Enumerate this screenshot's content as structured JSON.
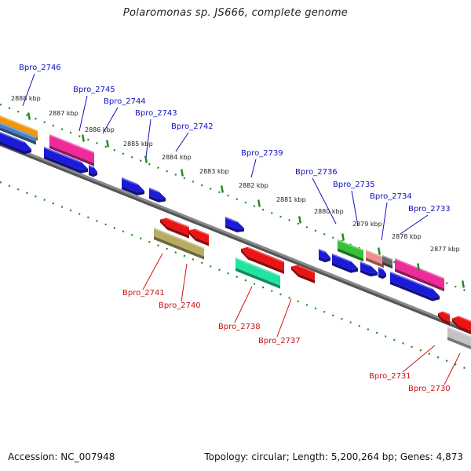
{
  "title": "Polaromonas sp. JS666, complete genome",
  "footer": {
    "accession": "Accession: NC_007948",
    "summary": "Topology: circular; Length: 5,200,264 bp; Genes: 4,873"
  },
  "colors": {
    "backbone": "#8a8a8a",
    "ticks": "#1a8a1a",
    "forward_label": "#1010c0",
    "reverse_label": "#d01010"
  },
  "ticks": [
    {
      "label": "2888 kbp"
    },
    {
      "label": "2887 kbp"
    },
    {
      "label": "2886 kbp"
    },
    {
      "label": "2885 kbp"
    },
    {
      "label": "2884 kbp"
    },
    {
      "label": "2883 kbp"
    },
    {
      "label": "2882 kbp"
    },
    {
      "label": "2881 kbp"
    },
    {
      "label": "2880 kbp"
    },
    {
      "label": "2879 kbp"
    },
    {
      "label": "2878 kbp"
    },
    {
      "label": "2877 kbp"
    }
  ],
  "gene_labels": [
    {
      "name": "Bpro_2746",
      "strand": "forward"
    },
    {
      "name": "Bpro_2745",
      "strand": "forward"
    },
    {
      "name": "Bpro_2744",
      "strand": "forward"
    },
    {
      "name": "Bpro_2743",
      "strand": "forward"
    },
    {
      "name": "Bpro_2742",
      "strand": "forward"
    },
    {
      "name": "Bpro_2739",
      "strand": "forward"
    },
    {
      "name": "Bpro_2736",
      "strand": "forward"
    },
    {
      "name": "Bpro_2735",
      "strand": "forward"
    },
    {
      "name": "Bpro_2734",
      "strand": "forward"
    },
    {
      "name": "Bpro_2733",
      "strand": "forward"
    },
    {
      "name": "Bpro_2741",
      "strand": "reverse"
    },
    {
      "name": "Bpro_2740",
      "strand": "reverse"
    },
    {
      "name": "Bpro_2738",
      "strand": "reverse"
    },
    {
      "name": "Bpro_2737",
      "strand": "reverse"
    },
    {
      "name": "Bpro_2731",
      "strand": "reverse"
    },
    {
      "name": "Bpro_2730",
      "strand": "reverse"
    }
  ],
  "features": [
    {
      "color": "#f0960a"
    },
    {
      "color": "#4a7fc8"
    },
    {
      "color": "#1a1ad8"
    },
    {
      "color": "#ef2a9a"
    },
    {
      "color": "#1a1ad8"
    },
    {
      "color": "#1a1ad8"
    },
    {
      "color": "#1a1ad8"
    },
    {
      "color": "#1a1ad8"
    },
    {
      "color": "#1a1ad8"
    },
    {
      "color": "#ea1414"
    },
    {
      "color": "#ea1414"
    },
    {
      "color": "#b8ac62"
    },
    {
      "color": "#ea1414"
    },
    {
      "color": "#22e4a0"
    },
    {
      "color": "#ea1414"
    },
    {
      "color": "#1a1ad8"
    },
    {
      "color": "#36c236"
    },
    {
      "color": "#1a1ad8"
    },
    {
      "color": "#f08c8c"
    },
    {
      "color": "#6a6a6a"
    },
    {
      "color": "#1a1ad8"
    },
    {
      "color": "#1a1ad8"
    },
    {
      "color": "#ef2a9a"
    },
    {
      "color": "#1a1ad8"
    },
    {
      "color": "#ea1414"
    },
    {
      "color": "#ea1414"
    },
    {
      "color": "#c4c4c4"
    }
  ]
}
